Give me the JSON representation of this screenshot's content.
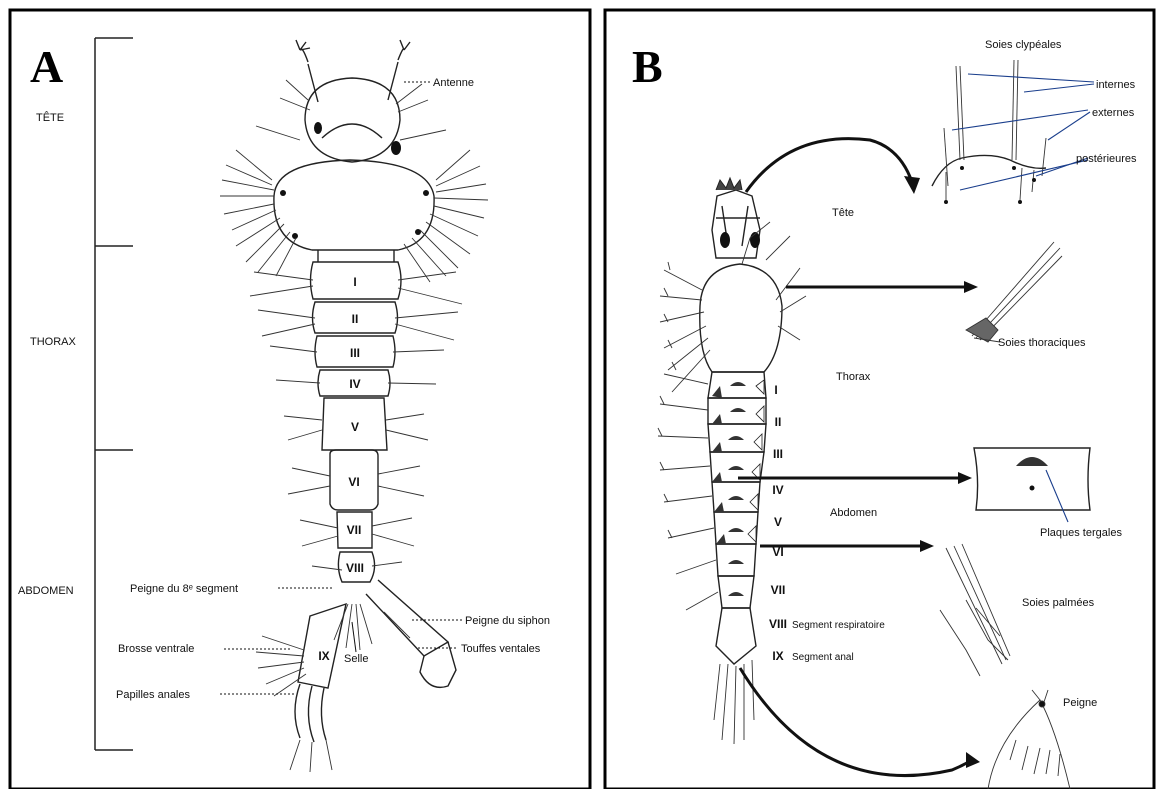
{
  "panel_a": {
    "letter": "A",
    "regions": [
      "TÊTE",
      "THORAX",
      "ABDOMEN"
    ],
    "segments": [
      "I",
      "II",
      "III",
      "IV",
      "V",
      "VI",
      "VII",
      "VIII",
      "IX"
    ],
    "labels": {
      "antenne": "Antenne",
      "peigne_8": "Peigne du 8ᵉ segment",
      "peigne_siphon": "Peigne du siphon",
      "brosse": "Brosse ventrale",
      "selle": "Selle",
      "touffes": "Touffes ventales",
      "papilles": "Papilles anales"
    }
  },
  "panel_b": {
    "letter": "B",
    "regions": {
      "tete": "Tête",
      "thorax": "Thorax",
      "abdomen": "Abdomen"
    },
    "segments": [
      "I",
      "II",
      "III",
      "IV",
      "V",
      "VI",
      "VII",
      "VIII",
      "IX"
    ],
    "segment_notes": {
      "viii": "Segment respiratoire",
      "ix": "Segment anal"
    },
    "labels": {
      "clypeales": "Soies clypéales",
      "internes": "internes",
      "externes": "externes",
      "posterieures": "postérieures",
      "thoraciques": "Soies thoraciques",
      "tergales": "Plaques tergales",
      "palmees": "Soies palmées",
      "peigne": "Peigne"
    }
  }
}
